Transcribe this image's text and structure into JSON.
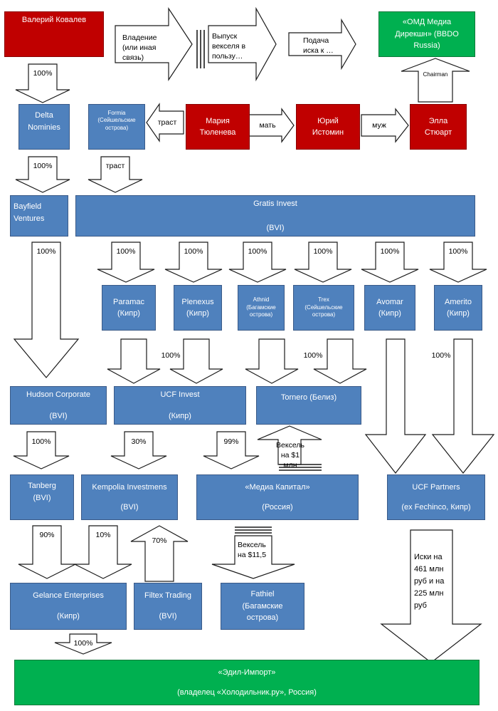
{
  "top": {
    "kovalev": "Валерий Ковалев",
    "omd_line1": "«ОМД Медиа",
    "omd_line2": "Дирекшн»  (BBDO",
    "omd_line3": "Russia)"
  },
  "legend": {
    "ownership_l1": "Владение",
    "ownership_l2": "(или иная",
    "ownership_l3": "связь)",
    "bill_l1": "Выпуск",
    "bill_l2": "векселя в",
    "bill_l3": "пользу…",
    "claim_l1": "Подача",
    "claim_l2": "иска к …"
  },
  "row2": {
    "delta_l1": "Delta",
    "delta_l2": "Nominies",
    "formia_l1": "Formia",
    "formia_l2": "(Сейшельские",
    "formia_l3": "острова)",
    "tyuleneva_l1": "Мария",
    "tyuleneva_l2": "Тюленева",
    "istomin_l1": "Юрий",
    "istomin_l2": "Истомин",
    "stuart_l1": "Элла",
    "stuart_l2": "Стюарт",
    "trust_label": "траст",
    "mother_label": "мать",
    "husband_label": "муж",
    "chairman_label": "Chairman"
  },
  "row3": {
    "bayfield_l1": "Bayfield",
    "bayfield_l2": "Ventures",
    "gratis_l1": "Gratis Invest",
    "gratis_l2": "(BVI)"
  },
  "row4": {
    "paramac_l1": "Paramac",
    "paramac_l2": "(Кипр)",
    "plenexus_l1": "Plenexus",
    "plenexus_l2": "(Кипр)",
    "athnid_l1": "Athnid",
    "athnid_l2": "(Багамские",
    "athnid_l3": "острова)",
    "trex_l1": "Trex",
    "trex_l2": "(Сейшельские",
    "trex_l3": "острова)",
    "avomar_l1": "Avomar",
    "avomar_l2": "(Кипр)",
    "amerito_l1": "Amerito",
    "amerito_l2": "(Кипр)"
  },
  "row5": {
    "hudson_l1": "Hudson Corporate",
    "hudson_l2": "(BVI)",
    "ucf_invest_l1": "UCF Invest",
    "ucf_invest_l2": "(Кипр)",
    "tornero": "Tornero (Белиз)"
  },
  "row6": {
    "tanberg_l1": "Tanberg",
    "tanberg_l2": "(BVI)",
    "kempolia_l1": "Kempolia Investmens",
    "kempolia_l2": "(BVI)",
    "media_capital_l1": "«Медиа Капитал»",
    "media_capital_l2": "(Россия)",
    "ucf_partners_l1": "UCF Partners",
    "ucf_partners_l2": "(ex Fechinco, Кипр)"
  },
  "row7": {
    "gelance_l1": "Gelance  Enterprises",
    "gelance_l2": "(Кипр)",
    "filtex_l1": "Filtex Trading",
    "filtex_l2": "(BVI)",
    "fathiel_l1": "Fathiel",
    "fathiel_l2": "(Багамские",
    "fathiel_l3": "острова)"
  },
  "bottom": {
    "edil_l1": "«Эдил-Импорт»",
    "edil_l2": "(владелец «Холодильник.ру», Россия)"
  },
  "labels": {
    "p100": "100%",
    "p30": "30%",
    "p99": "99%",
    "p90": "90%",
    "p10": "10%",
    "p70": "70%",
    "trust": "траст",
    "bill1_l1": "Вексель",
    "bill1_l2": "на $1 млн",
    "bill2_l1": "Вексель",
    "bill2_l2": "на $11,5",
    "claims_l1": "Иски на",
    "claims_l2": "461 млн",
    "claims_l3": "руб и на",
    "claims_l4": "225 млн",
    "claims_l5": "руб"
  }
}
